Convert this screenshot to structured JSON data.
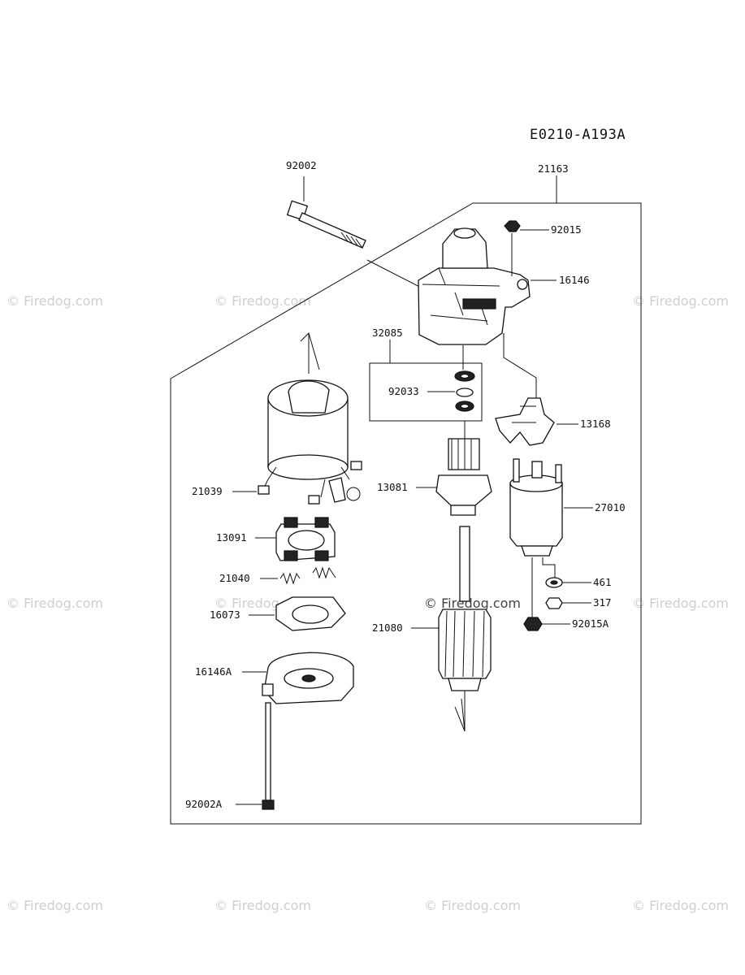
{
  "diagram_code": "E0210-A193A",
  "watermark": "© Firedog.com",
  "parts": {
    "p92002": "92002",
    "p21163": "21163",
    "p92015": "92015",
    "p16146": "16146",
    "p32085": "32085",
    "p92033": "92033",
    "p13168": "13168",
    "p21039": "21039",
    "p13081": "13081",
    "p27010": "27010",
    "p13091": "13091",
    "p21040": "21040",
    "p461": "461",
    "p317": "317",
    "p16073": "16073",
    "p92015A": "92015A",
    "p21080": "21080",
    "p16146A": "16146A",
    "p92002A": "92002A"
  }
}
